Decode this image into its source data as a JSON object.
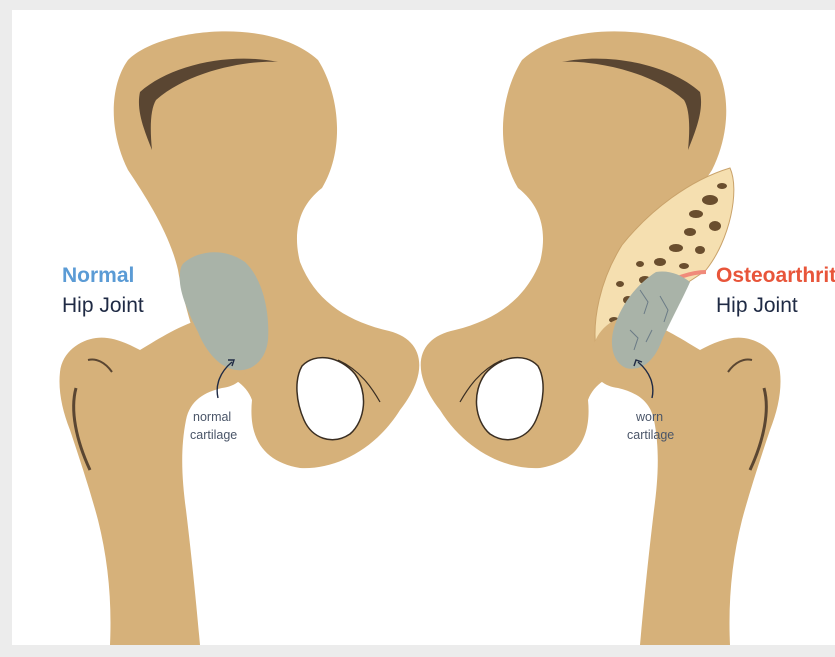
{
  "colors": {
    "bone": "#d6b17a",
    "bone_outline": "#3a2e22",
    "cartilage": "#a9b3a8",
    "spongy_bone": "#f5dfb0",
    "inflamed": "#f08a7a",
    "normal_accent": "#5b9bd5",
    "oa_accent": "#e8553a",
    "dark_text": "#1f2a44",
    "caption": "#4a5568"
  },
  "left": {
    "title": "Normal",
    "subtitle": "Hip Joint",
    "caption_line1": "normal",
    "caption_line2": "cartilage"
  },
  "right": {
    "title": "Osteoarthritis",
    "subtitle": "Hip Joint",
    "caption_line1": "worn",
    "caption_line2": "cartilage"
  }
}
